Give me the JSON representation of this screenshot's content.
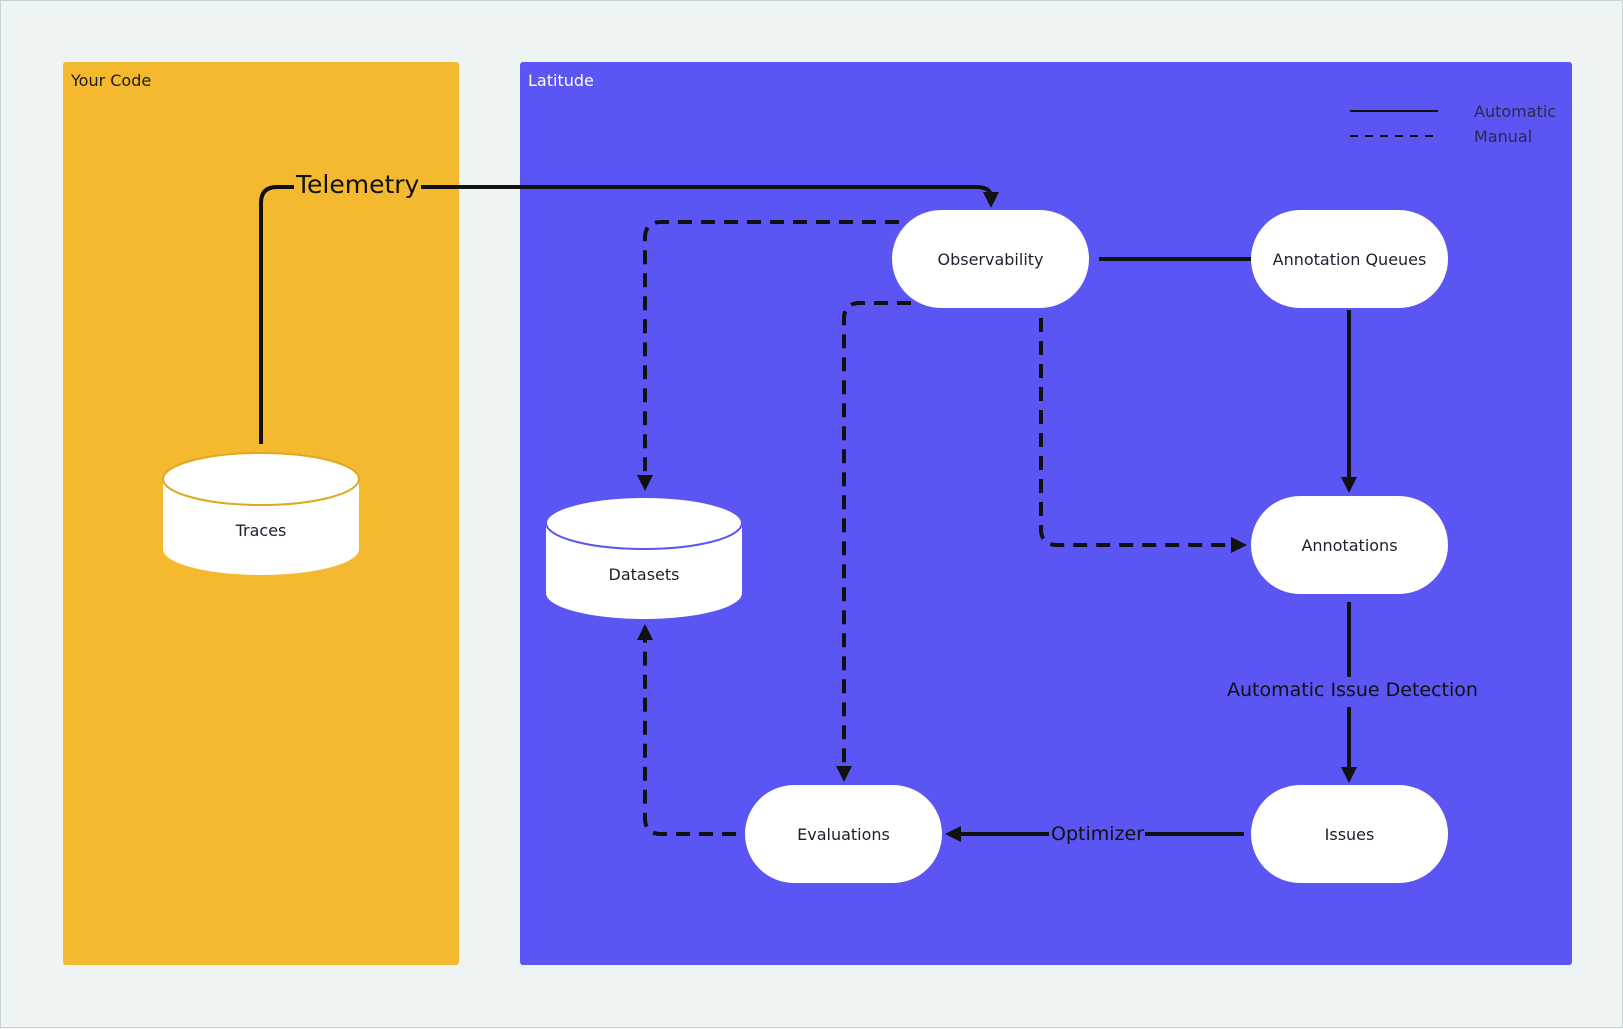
{
  "regions": {
    "your_code": "Your Code",
    "latitude": "Latitude"
  },
  "legend": {
    "automatic": "Automatic",
    "manual": "Manual"
  },
  "nodes": {
    "observability": "Observability",
    "annotation_queues": "Annotation Queues",
    "annotations": "Annotations",
    "issues": "Issues",
    "evaluations": "Evaluations"
  },
  "databases": {
    "traces": "Traces",
    "datasets": "Datasets"
  },
  "edge_labels": {
    "telemetry": "Telemetry",
    "automatic_issue_detection": "Automatic Issue Detection",
    "optimizer": "Optimizer"
  },
  "colors": {
    "background": "#eef3f3",
    "your_code_region": "#f5b92f",
    "latitude_region": "#5a55f3",
    "node_fill": "#ffffff",
    "line": "#111111"
  }
}
